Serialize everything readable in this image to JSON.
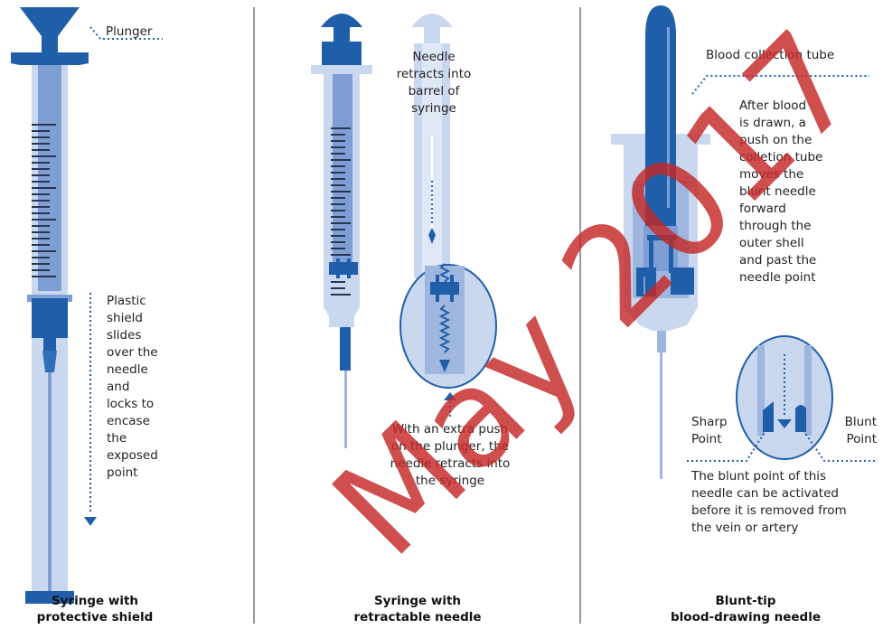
{
  "colors": {
    "dark_blue": "#1f5faa",
    "mid_blue": "#7f9fd4",
    "light_blue": "#c9d8ef",
    "pale_blue": "#dfe8f6",
    "watermark_red": "#c42828"
  },
  "panel1": {
    "plunger_label": "Plunger",
    "shield_note": [
      "Plastic",
      "shield",
      "slides",
      "over the",
      "needle",
      "and",
      "locks to",
      "encase",
      "the",
      "exposed",
      "point"
    ],
    "caption": [
      "Syringe with",
      "protective shield"
    ]
  },
  "panel2": {
    "retract_note": [
      "Needle",
      "retracts into",
      "barrel of",
      "syringe"
    ],
    "push_note": [
      "With an extra push",
      "on the plunger, the",
      "needle retracts into",
      "the syringe"
    ],
    "caption": [
      "Syringe with",
      "retractable needle"
    ]
  },
  "panel3": {
    "tube_label": "Blood collection tube",
    "activate_note": [
      "After blood",
      "is drawn, a",
      "push on the",
      "colletion tube",
      "moves the",
      "blunt needle",
      "forward",
      "through the",
      "outer shell",
      "and past the",
      "needle point"
    ],
    "sharp_label": [
      "Sharp",
      "Point"
    ],
    "blunt_label": [
      "Blunt",
      "Point"
    ],
    "bottom_note": [
      "The blunt point of this",
      "needle can be activated",
      "before it is removed from",
      "the vein or artery"
    ],
    "caption": [
      "Blunt-tip",
      "blood-drawing needle"
    ]
  },
  "watermark": "May 2017"
}
